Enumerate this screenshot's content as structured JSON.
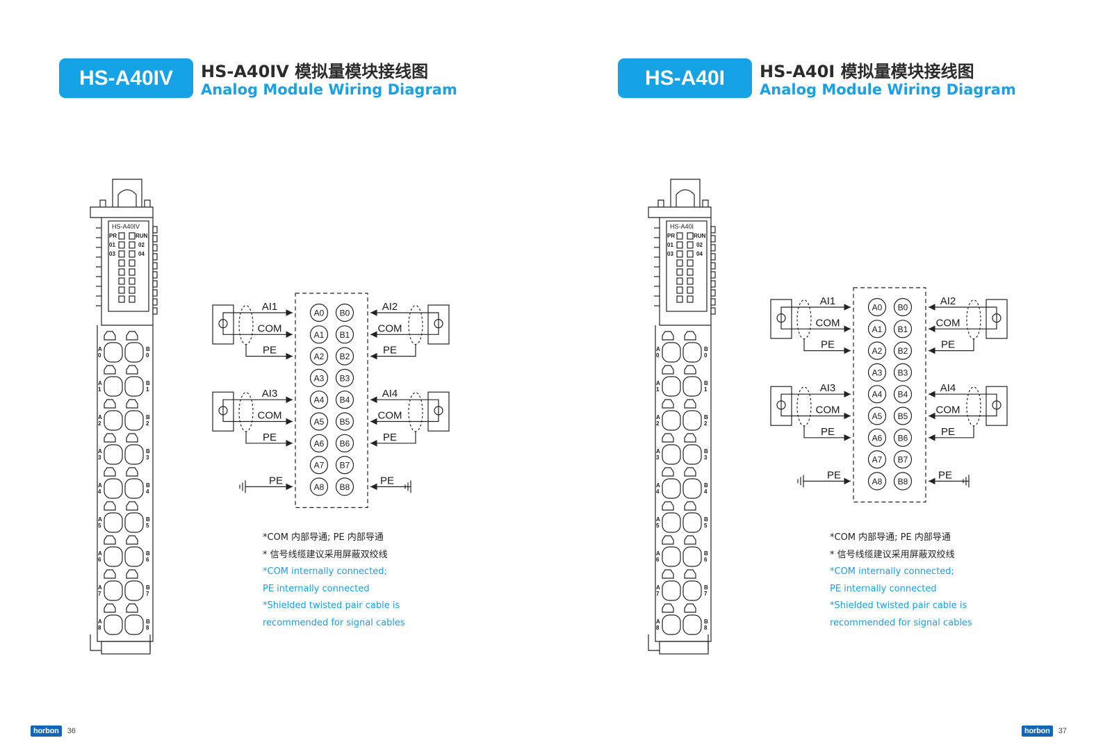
{
  "colors": {
    "accent": "#1aa0e4",
    "badge": "#16a3e6",
    "logo": "#1467b8"
  },
  "pages": [
    {
      "badge": "HS-A40IV",
      "title_cn": "HS-A40IV 模拟量模块接线图",
      "title_en": "Analog Module Wiring Diagram",
      "device_label": "HS-A40IV",
      "led_labels": {
        "pr": "PR",
        "run": "RUN",
        "c01": "01",
        "c02": "02",
        "c03": "03",
        "c04": "04"
      },
      "terminal_labels": {
        "a": [
          "A",
          "0",
          "1",
          "2",
          "3",
          "4",
          "5",
          "6",
          "7",
          "8"
        ],
        "b": [
          "B",
          "0",
          "1",
          "2",
          "3",
          "4",
          "5",
          "6",
          "7",
          "8"
        ]
      },
      "terminals_a": [
        "A0",
        "A1",
        "A2",
        "A3",
        "A4",
        "A5",
        "A6",
        "A7",
        "A8"
      ],
      "terminals_b": [
        "B0",
        "B1",
        "B2",
        "B3",
        "B4",
        "B5",
        "B6",
        "B7",
        "B8"
      ],
      "wires": {
        "ai1": "AI1",
        "ai2": "AI2",
        "ai3": "AI3",
        "ai4": "AI4",
        "com": "COM",
        "pe": "PE"
      },
      "notes_cn": [
        "*COM 内部导通; PE 内部导通",
        "* 信号线缆建议采用屏蔽双绞线"
      ],
      "notes_en": [
        "*COM internally connected;",
        "PE internally connected",
        "*Shielded twisted pair cable is",
        "recommended for signal cables"
      ],
      "footer": {
        "logo": "horbon",
        "page": "36"
      }
    },
    {
      "badge": "HS-A40I",
      "title_cn": "HS-A40I 模拟量模块接线图",
      "title_en": "Analog Module Wiring Diagram",
      "device_label": "HS-A40I",
      "led_labels": {
        "pr": "PR",
        "run": "RUN",
        "c01": "01",
        "c02": "02",
        "c03": "03",
        "c04": "04"
      },
      "terminal_labels": {
        "a": [
          "A",
          "0",
          "1",
          "2",
          "3",
          "4",
          "5",
          "6",
          "7",
          "8"
        ],
        "b": [
          "B",
          "0",
          "1",
          "2",
          "3",
          "4",
          "5",
          "6",
          "7",
          "8"
        ]
      },
      "terminals_a": [
        "A0",
        "A1",
        "A2",
        "A3",
        "A4",
        "A5",
        "A6",
        "A7",
        "A8"
      ],
      "terminals_b": [
        "B0",
        "B1",
        "B2",
        "B3",
        "B4",
        "B5",
        "B6",
        "B7",
        "B8"
      ],
      "wires": {
        "ai1": "AI1",
        "ai2": "AI2",
        "ai3": "AI3",
        "ai4": "AI4",
        "com": "COM",
        "pe": "PE"
      },
      "notes_cn": [
        "*COM 内部导通; PE 内部导通",
        "* 信号线缆建议采用屏蔽双绞线"
      ],
      "notes_en": [
        "*COM internally connected;",
        "PE internally connected",
        "*Shielded twisted pair cable is",
        "recommended for signal cables"
      ],
      "footer": {
        "logo": "horbon",
        "page": "37"
      }
    }
  ]
}
